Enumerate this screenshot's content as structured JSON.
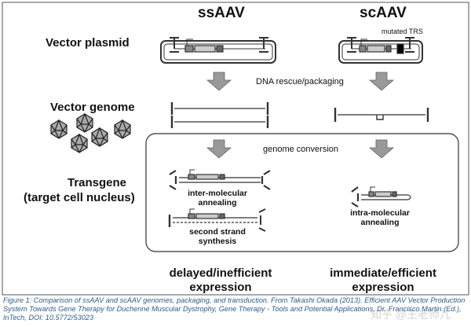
{
  "columns": {
    "ss": "ssAAV",
    "sc": "scAAV"
  },
  "rows": {
    "plasmid": "Vector plasmid",
    "genome": "Vector genome",
    "transgene_line1": "Transgene",
    "transgene_line2": "(target cell nucleus)"
  },
  "labels": {
    "mutated_trs": "mutated TRS",
    "dna_rescue": "DNA rescue/packaging",
    "genome_conversion": "genome conversion",
    "inter_molecular": [
      "inter-molecular",
      "annealing"
    ],
    "second_strand": [
      "second strand",
      "synthesis"
    ],
    "intra_molecular": [
      "intra-molecular",
      "annealing"
    ]
  },
  "outcomes": {
    "ss": [
      "delayed/inefficient",
      "expression"
    ],
    "sc": [
      "immediate/efficient",
      "expression"
    ]
  },
  "caption": "Figure 1: Comparison of ssAAV and scAAV genomes, packaging, and transduction. From Takashi Okada (2013). Efficient AAV Vector Production System Towards Gene Therapy for Duchenne Muscular Dystrophy, Gene Therapy - Tools and Potential Applications, Dr. Francisco Martin (Ed.), InTech, DOI: 10.5772/53023",
  "watermark": "知乎 @王老师儿"
}
